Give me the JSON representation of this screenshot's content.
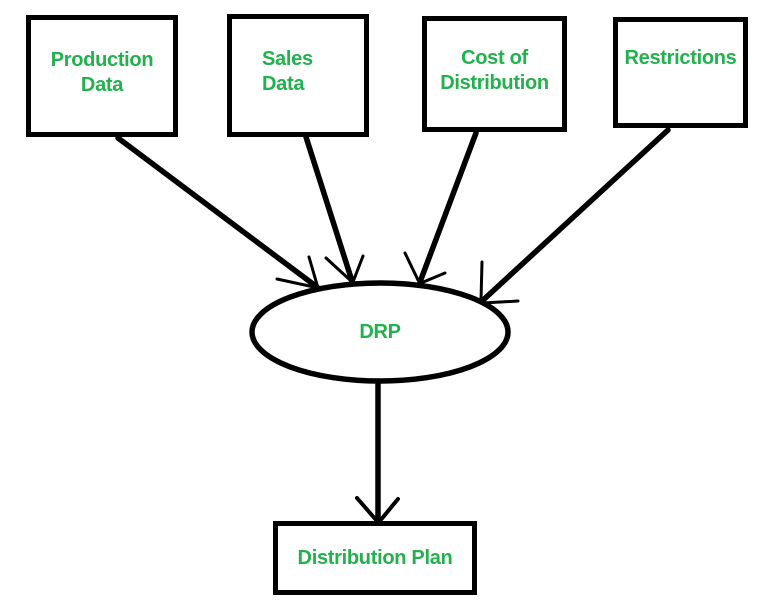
{
  "diagram": {
    "colors": {
      "text": "#22b14c",
      "stroke": "#000000",
      "background": "#ffffff"
    },
    "sources": [
      {
        "id": "production-data",
        "lines": [
          "Production",
          "Data"
        ]
      },
      {
        "id": "sales-data",
        "lines": [
          "Sales",
          "Data"
        ]
      },
      {
        "id": "cost-of-distribution",
        "lines": [
          "Cost of",
          "Distribution"
        ]
      },
      {
        "id": "restrictions",
        "lines": [
          "Restrictions"
        ]
      }
    ],
    "process": {
      "id": "drp",
      "label": "DRP"
    },
    "output": {
      "id": "distribution-plan",
      "label": "Distribution Plan"
    }
  }
}
